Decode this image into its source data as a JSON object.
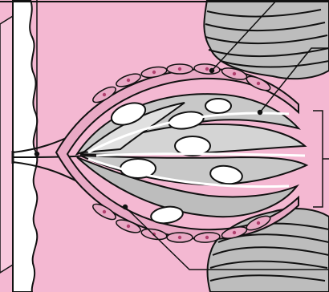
{
  "diagram": {
    "colors": {
      "background": "#f4b8d2",
      "background_light": "#f8c9dd",
      "wall": "#ffffff",
      "outline": "#111111",
      "cell_gray": "#c8c8c8",
      "cell_gray_dark": "#9a9a9a",
      "nucleus": "#ffffff",
      "capsule_cell": "#e9a9c5",
      "capsule_nucleus": "#b0406e",
      "muscle_gray": "#bdbdbd"
    },
    "structures": [
      {
        "id": "nerve-fiber",
        "label": ""
      },
      {
        "id": "muscle-fiber-top",
        "label": ""
      },
      {
        "id": "capsule",
        "label": ""
      },
      {
        "id": "intrafusal-fibers",
        "label": ""
      },
      {
        "id": "muscle-fiber-bottom",
        "label": ""
      }
    ],
    "annotations": {
      "bracket": "",
      "leader_count": 4
    }
  }
}
